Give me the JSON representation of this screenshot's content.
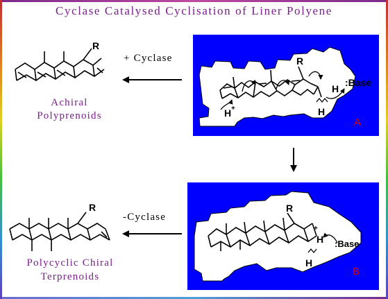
{
  "title": "Cyclase  Catalysed Cyclisation of Liner Polyene",
  "steps": {
    "top_arrow_label": "+ Cyclase",
    "bottom_arrow_label": "-Cyclase"
  },
  "products": {
    "achiral_line1": "Achiral",
    "achiral_line2": "Polyprenoids",
    "chiral_line1": "Polycyclic Chiral",
    "chiral_line2": "Terprenoids"
  },
  "panels": {
    "panel_a_label": "A",
    "panel_b_label": "B"
  },
  "atoms": {
    "r": "R",
    "h": "H",
    "h_plus": "H",
    "plus": "+",
    "base_a": ":Base",
    "base_b": ":Base"
  },
  "colors": {
    "title": "#7a1f8c",
    "enzyme_pocket": "#0000ff",
    "panel_label": "#e00000",
    "frame": "#7a1f8c"
  }
}
